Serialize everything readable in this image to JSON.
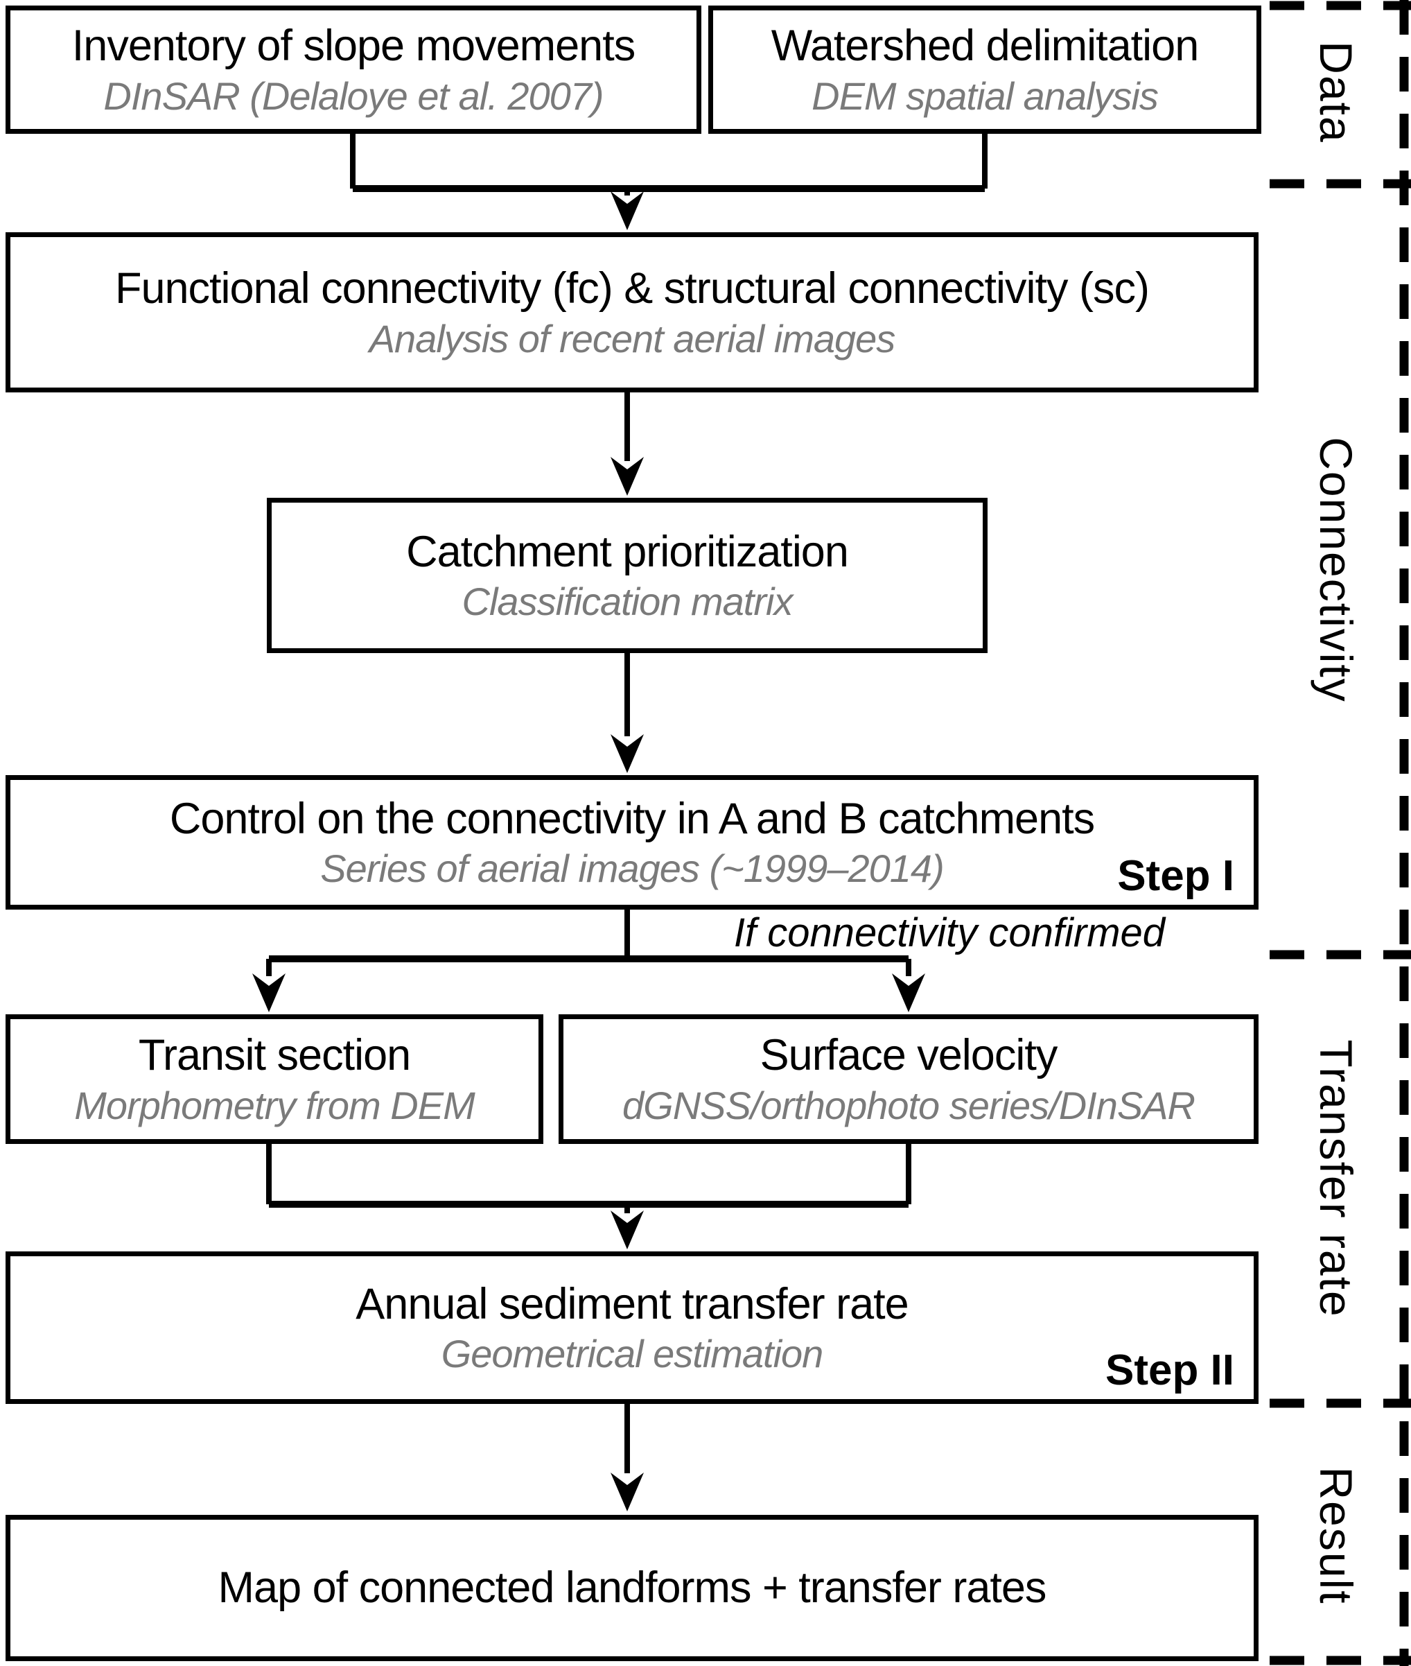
{
  "sections": {
    "data": "Data",
    "connectivity": "Connectivity",
    "transfer_rate": "Transfer rate",
    "result": "Result"
  },
  "boxes": {
    "inventory": {
      "title": "Inventory of slope movements",
      "subtitle": "DInSAR (Delaloye et al. 2007)"
    },
    "watershed": {
      "title": "Watershed delimitation",
      "subtitle": "DEM spatial analysis"
    },
    "functional": {
      "title": "Functional connectivity (fc) & structural connectivity (sc)",
      "subtitle": "Analysis of recent aerial images"
    },
    "catchment": {
      "title": "Catchment prioritization",
      "subtitle": "Classification matrix"
    },
    "control": {
      "title": "Control on the connectivity in A and B catchments",
      "subtitle": "Series of aerial images (~1999–2014)",
      "step": "Step I"
    },
    "transit": {
      "title": "Transit section",
      "subtitle": "Morphometry from DEM"
    },
    "velocity": {
      "title": "Surface velocity",
      "subtitle": "dGNSS/orthophoto series/DInSAR"
    },
    "annual": {
      "title": "Annual sediment transfer rate",
      "subtitle": "Geometrical estimation",
      "step": "Step II"
    },
    "map": {
      "title": "Map of connected landforms + transfer rates"
    }
  },
  "annotations": {
    "condition": "If connectivity confirmed"
  },
  "colors": {
    "text": "#000000",
    "subtitle_gray": "#7a7a7a",
    "border": "#000000",
    "background": "#ffffff"
  }
}
